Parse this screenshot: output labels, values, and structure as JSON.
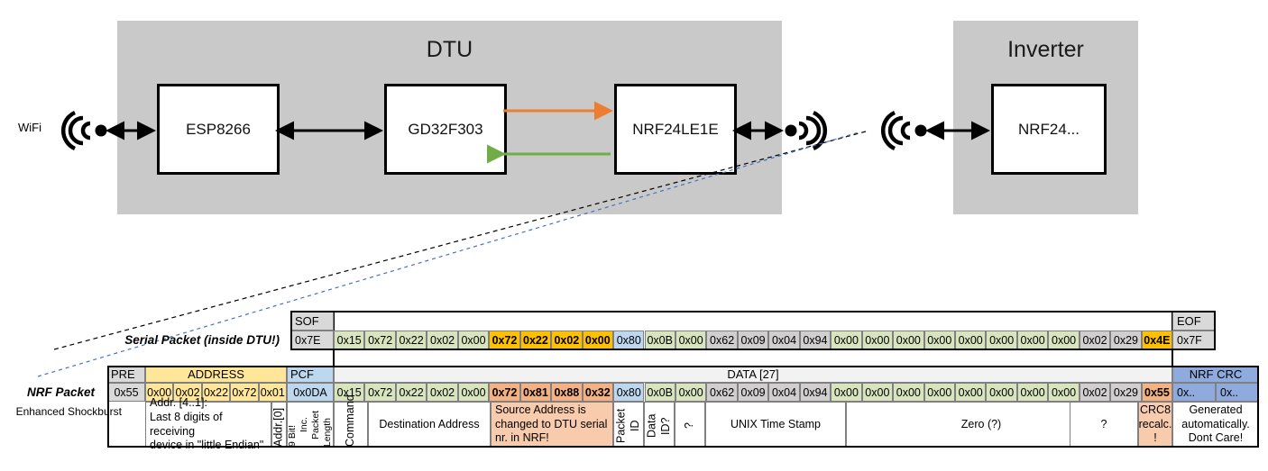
{
  "diagram": {
    "dtu": {
      "title": "DTU",
      "chips": [
        {
          "name": "ESP8266"
        },
        {
          "name": "GD32F303"
        },
        {
          "name": "NRF24LE1E"
        }
      ],
      "wifi_label": "WiFi",
      "arrow_colors": {
        "orange": "#ED7D31",
        "green": "#70AD47",
        "black": "#000000"
      }
    },
    "inverter": {
      "title": "Inverter",
      "chips": [
        {
          "name": "NRF24..."
        }
      ]
    },
    "enclosure_color": "#c9c9c9"
  },
  "serial_packet": {
    "label": "Serial Packet (inside DTU!)",
    "sof": {
      "header": "SOF",
      "value": "0x7E"
    },
    "eof": {
      "header": "EOF",
      "value": "0x7F"
    },
    "bytes": [
      {
        "v": "0x15",
        "c": "g-green"
      },
      {
        "v": "0x72",
        "c": "g-green"
      },
      {
        "v": "0x22",
        "c": "g-green"
      },
      {
        "v": "0x02",
        "c": "g-green"
      },
      {
        "v": "0x00",
        "c": "g-green"
      },
      {
        "v": "0x72",
        "c": "g-yellow"
      },
      {
        "v": "0x22",
        "c": "g-yellow"
      },
      {
        "v": "0x02",
        "c": "g-yellow"
      },
      {
        "v": "0x00",
        "c": "g-yellow"
      },
      {
        "v": "0x80",
        "c": "g-blue"
      },
      {
        "v": "0x0B",
        "c": "g-green"
      },
      {
        "v": "0x00",
        "c": "g-green"
      },
      {
        "v": "0x62",
        "c": "g-gray"
      },
      {
        "v": "0x09",
        "c": "g-gray"
      },
      {
        "v": "0x04",
        "c": "g-gray"
      },
      {
        "v": "0x94",
        "c": "g-gray"
      },
      {
        "v": "0x00",
        "c": "g-green"
      },
      {
        "v": "0x00",
        "c": "g-green"
      },
      {
        "v": "0x00",
        "c": "g-green"
      },
      {
        "v": "0x00",
        "c": "g-green"
      },
      {
        "v": "0x00",
        "c": "g-green"
      },
      {
        "v": "0x00",
        "c": "g-green"
      },
      {
        "v": "0x00",
        "c": "g-green"
      },
      {
        "v": "0x00",
        "c": "g-green"
      },
      {
        "v": "0x02",
        "c": "g-gray"
      },
      {
        "v": "0x29",
        "c": "g-gray"
      },
      {
        "v": "0x4E",
        "c": "g-yellow"
      }
    ]
  },
  "nrf_packet": {
    "label": "NRF Packet",
    "sublabel": "Enhanced Shockburst",
    "headers": {
      "pre": "PRE",
      "address": "ADDRESS",
      "pcf": "PCF",
      "data": "DATA [27]",
      "crc": "NRF CRC"
    },
    "pre_value": "0x55",
    "address_values": [
      "0x00",
      "0x02",
      "0x22",
      "0x72",
      "0x01"
    ],
    "pcf_value": "0x0DA",
    "crc_values": [
      "0x..",
      "0x.."
    ],
    "bytes": [
      {
        "v": "0x15",
        "c": "g-green"
      },
      {
        "v": "0x72",
        "c": "g-green"
      },
      {
        "v": "0x22",
        "c": "g-green"
      },
      {
        "v": "0x02",
        "c": "g-green"
      },
      {
        "v": "0x00",
        "c": "g-green"
      },
      {
        "v": "0x72",
        "c": "g-salmon"
      },
      {
        "v": "0x81",
        "c": "g-salmon"
      },
      {
        "v": "0x88",
        "c": "g-salmon"
      },
      {
        "v": "0x32",
        "c": "g-salmon"
      },
      {
        "v": "0x80",
        "c": "g-blue"
      },
      {
        "v": "0x0B",
        "c": "g-green"
      },
      {
        "v": "0x00",
        "c": "g-green"
      },
      {
        "v": "0x62",
        "c": "g-gray"
      },
      {
        "v": "0x09",
        "c": "g-gray"
      },
      {
        "v": "0x04",
        "c": "g-gray"
      },
      {
        "v": "0x94",
        "c": "g-gray"
      },
      {
        "v": "0x00",
        "c": "g-green"
      },
      {
        "v": "0x00",
        "c": "g-green"
      },
      {
        "v": "0x00",
        "c": "g-green"
      },
      {
        "v": "0x00",
        "c": "g-green"
      },
      {
        "v": "0x00",
        "c": "g-green"
      },
      {
        "v": "0x00",
        "c": "g-green"
      },
      {
        "v": "0x00",
        "c": "g-green"
      },
      {
        "v": "0x00",
        "c": "g-green"
      },
      {
        "v": "0x02",
        "c": "g-gray"
      },
      {
        "v": "0x29",
        "c": "g-gray"
      },
      {
        "v": "0x55",
        "c": "g-salmon"
      }
    ],
    "descriptions": {
      "address": "Addr. [4..1]:\nLast 8 digits of receiving\ndevice in \"little Endian\"",
      "addr0": "Addr.[0]",
      "pcf": "9 Bit!\nInc. Packet Length",
      "pcf_line1": "9 Bit!",
      "pcf_line2": "Inc. Packet",
      "pcf_line3": "Length",
      "command": "Command",
      "destination": "Destination Address",
      "source": "Source Address is changed to DTU serial nr. in NRF!",
      "packet_id": "Packet ID",
      "data_id": "Data ID?",
      "unknown1": "?",
      "unix": "UNIX Time Stamp",
      "zero": "Zero (?)",
      "unknown2": "?",
      "crc8": "CRC8 recalc. !",
      "crc8_l1": "CRC8",
      "crc8_l2": "recalc.",
      "crc8_l3": "!",
      "nrfcrc": "Generated automatically. Dont Care!",
      "nrfcrc_l1": "Generated",
      "nrfcrc_l2": "automatically.",
      "nrfcrc_l3": "Dont Care!"
    }
  }
}
